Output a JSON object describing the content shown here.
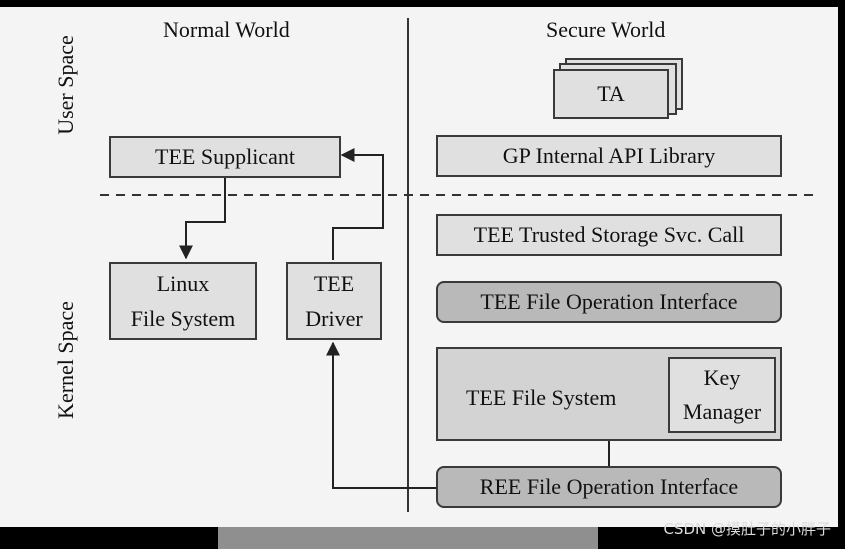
{
  "regions": {
    "normal_world": "Normal World",
    "secure_world": "Secure World",
    "user_space": "User Space",
    "kernel_space": "Kernel Space"
  },
  "boxes": {
    "ta": "TA",
    "tee_supplicant": "TEE Supplicant",
    "gp_internal_api": "GP Internal API Library",
    "linux_fs_line1": "Linux",
    "linux_fs_line2": "File System",
    "tee_driver_line1": "TEE",
    "tee_driver_line2": "Driver",
    "tee_trusted_storage": "TEE Trusted Storage Svc. Call",
    "tee_file_op": "TEE File Operation Interface",
    "tee_file_system": "TEE File System",
    "key_manager_line1": "Key",
    "key_manager_line2": "Manager",
    "ree_file_op": "REE File Operation Interface"
  },
  "watermark": "CSDN @摸肚子的小胖子",
  "colors": {
    "background": "#f4f4f4",
    "light_box": "#e0e0e0",
    "dark_box": "#b9b9b9",
    "line": "#3a3a3a"
  }
}
